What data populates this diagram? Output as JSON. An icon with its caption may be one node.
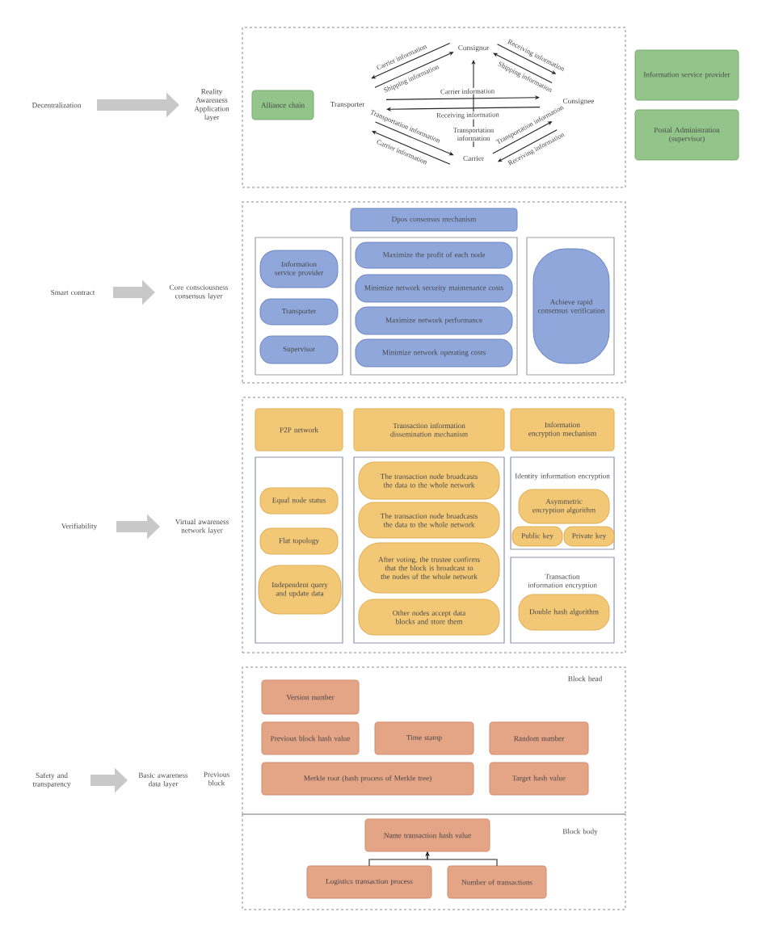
{
  "diagram": {
    "nodes": [
      {
        "text": [
          "Decentralization"
        ]
      },
      {
        "text": [
          "Reality Awareness Application layer"
        ]
      },
      {
        "text": [],
        "shape": "box"
      },
      {
        "text": [
          "Alliance chain"
        ],
        "in": 2
      },
      {
        "text": [
          "Consignor"
        ],
        "in": 2
      },
      {
        "text": [
          "Transporter"
        ],
        "in": 2
      },
      {
        "text": [
          "Consignee"
        ],
        "in": 2
      },
      {
        "text": [
          "Carrier"
        ],
        "in": 2
      },
      {
        "text": [
          "Information service provider"
        ]
      },
      {
        "text": [
          "Postal Administration (supervisor)"
        ]
      },
      {
        "text": [
          "Smart contract"
        ]
      },
      {
        "text": [
          "Core consciousness consensus layer"
        ]
      },
      {
        "text": [],
        "shape": "box"
      },
      {
        "text": [
          "Dpos consensus mechanism"
        ],
        "in": 12
      },
      {
        "text": [],
        "shape": "box",
        "in": 12
      },
      {
        "text": [
          "Information service provider"
        ],
        "in": 14
      },
      {
        "text": [
          "Transporter"
        ],
        "in": 14
      },
      {
        "text": [
          "Supervisor"
        ],
        "in": 14
      },
      {
        "text": [],
        "shape": "box",
        "in": 12
      },
      {
        "text": [
          "Maximize the profit of each node"
        ],
        "in": 18
      },
      {
        "text": [
          "Minimize network security maintenance costs"
        ],
        "in": 18
      },
      {
        "text": [
          "Maximize network performance"
        ],
        "in": 18
      },
      {
        "text": [
          "Minimize network operating costs"
        ],
        "in": 18
      },
      {
        "text": [],
        "shape": "box",
        "in": 12
      },
      {
        "text": [
          "Achieve rapid consensus verification"
        ],
        "in": 23
      },
      {
        "text": [
          "Verifiability"
        ]
      },
      {
        "text": [
          "Virtual awareness network layer"
        ]
      },
      {
        "text": [],
        "shape": "box"
      },
      {
        "text": [
          "P2P network"
        ],
        "in": 27
      },
      {
        "text": [
          "Transaction information dissemination mechanism"
        ],
        "in": 27
      },
      {
        "text": [
          "Information encryption mechanism"
        ],
        "in": 27
      },
      {
        "text": [],
        "shape": "box",
        "in": 27
      },
      {
        "text": [
          "Equal node status"
        ],
        "in": 31
      },
      {
        "text": [
          "Flat topology"
        ],
        "in": 31
      },
      {
        "text": [
          "Independent query and update data"
        ],
        "in": 31
      },
      {
        "text": [],
        "shape": "box",
        "in": 27
      },
      {
        "text": [
          "The transaction node broadcasts the data to the whole network"
        ],
        "in": 35
      },
      {
        "text": [
          "The transaction node broadcasts the data to the whole network"
        ],
        "in": 35
      },
      {
        "text": [
          "After voting, the trustee confirms that the block is broadcast to the nodes of the whole network"
        ],
        "in": 35
      },
      {
        "text": [
          "Other nodes accept data blocks and store them"
        ],
        "in": 35
      },
      {
        "text": [
          "Identity information encryption"
        ],
        "in": 27
      },
      {
        "text": [
          "Asymmetric encryption algorithm"
        ],
        "in": 40
      },
      {
        "text": [
          "Public key"
        ],
        "in": 40
      },
      {
        "text": [
          "Private key"
        ],
        "in": 40
      },
      {
        "text": [
          "Transaction information encryption"
        ],
        "in": 27
      },
      {
        "text": [
          "Double hash algorithm"
        ],
        "in": 44
      },
      {
        "text": [
          "Safety and transparency"
        ]
      },
      {
        "text": [
          "Basic awareness data layer"
        ]
      },
      {
        "text": [
          "Block head"
        ]
      },
      {
        "text": [
          "Version number"
        ],
        "in": 48
      },
      {
        "text": [
          "Previous block hash value"
        ],
        "in": 48
      },
      {
        "text": [
          "Time stamp"
        ],
        "in": 48
      },
      {
        "text": [
          "Random number"
        ],
        "in": 48
      },
      {
        "text": [
          "Merkle root (hash process of Merkle tree)"
        ],
        "in": 48
      },
      {
        "text": [
          "Target hash value"
        ],
        "in": 48
      },
      {
        "text": [
          "Block body"
        ]
      },
      {
        "text": [
          "Name transaction hash value"
        ],
        "in": 55
      },
      {
        "text": [
          "Logistics transaction process"
        ],
        "in": 55
      },
      {
        "text": [
          "Number of transactions"
        ],
        "in": 55
      }
    ],
    "edges": [
      {
        "from": 0,
        "to": 1,
        "arrow": "to",
        "style": "thick",
        "color": "#c8c8c8"
      },
      {
        "from": 4,
        "to": 5,
        "arrow": "to",
        "label": "Carrier information"
      },
      {
        "from": 5,
        "to": 4,
        "arrow": "to",
        "label": "Shipping information"
      },
      {
        "from": 4,
        "to": 6,
        "arrow": "to",
        "label": "Receiving information"
      },
      {
        "from": 6,
        "to": 4,
        "arrow": "to",
        "label": "Shipping information"
      },
      {
        "from": 5,
        "to": 6,
        "arrow": "to",
        "label": "Carrier information"
      },
      {
        "from": 6,
        "to": 5,
        "arrow": "to",
        "label": "Receiving information"
      },
      {
        "from": 7,
        "to": 4,
        "arrow": "to",
        "label": "Transportation information"
      },
      {
        "from": 5,
        "to": 7,
        "arrow": "to",
        "label": "Transportation information"
      },
      {
        "from": 7,
        "to": 5,
        "arrow": "to",
        "label": "Carrier information"
      },
      {
        "from": 7,
        "to": 6,
        "arrow": "to",
        "label": "Transportation information"
      },
      {
        "from": 6,
        "to": 7,
        "arrow": "to",
        "label": "Receiving information"
      },
      {
        "from": 10,
        "to": 11,
        "arrow": "to",
        "style": "thick",
        "color": "#c8c8c8"
      },
      {
        "from": 25,
        "to": 26,
        "arrow": "to",
        "style": "thick",
        "color": "#c8c8c8"
      },
      {
        "from": 46,
        "to": 47,
        "arrow": "to",
        "style": "thick",
        "color": "#c8c8c8"
      },
      {
        "from": 57,
        "to": 56,
        "arrow": "to"
      },
      {
        "from": 58,
        "to": 56,
        "arrow": "to"
      }
    ],
    "labels": [
      "Previous block"
    ]
  }
}
